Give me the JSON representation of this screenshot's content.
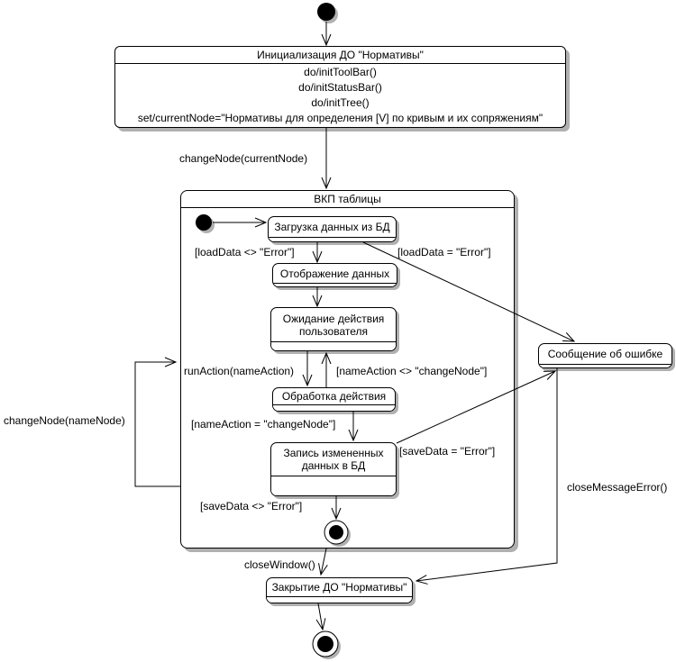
{
  "diagram": {
    "kind": "uml-statechart",
    "colors": {
      "line": "#000000",
      "fill": "#ffffff",
      "shadow": "#b0b0b0",
      "text": "#000000"
    },
    "states": {
      "init": {
        "title": "Инициализация ДО \"Нормативы\"",
        "actions": [
          "do/initToolBar()",
          "do/initStatusBar()",
          "do/initTree()",
          "set/currentNode=\"Нормативы для определения [V] по кривым и их сопряжениям\""
        ]
      },
      "vkp_table": {
        "title": "ВКП таблицы"
      },
      "load_data": {
        "title": "Загрузка данных из БД"
      },
      "display_data": {
        "title": "Отображение данных"
      },
      "wait_user_action": {
        "lines": [
          "Ожидание действия",
          "пользователя"
        ]
      },
      "process_action": {
        "title": "Обработка действия"
      },
      "save_data": {
        "lines": [
          "Запись измененных",
          "данных в БД"
        ]
      },
      "error_message": {
        "title": "Сообщение об ошибке"
      },
      "close_do": {
        "title": "Закрытие ДО \"Нормативы\""
      }
    },
    "transitions": {
      "change_node_current": "changeNode(currentNode)",
      "load_ok": "[loadData <> \"Error\"]",
      "load_error": "[loadData = \"Error\"]",
      "run_action": "runAction(nameAction)",
      "name_action_not_change_node": "[nameAction <> \"changeNode\"]",
      "name_action_change_node": "[nameAction = \"changeNode\"]",
      "save_error": "[saveData = \"Error\"]",
      "save_ok": "[saveData <> \"Error\"]",
      "change_node_name": "changeNode(nameNode)",
      "close_window": "closeWindow()",
      "close_message_error": "closeMessageError()"
    }
  }
}
